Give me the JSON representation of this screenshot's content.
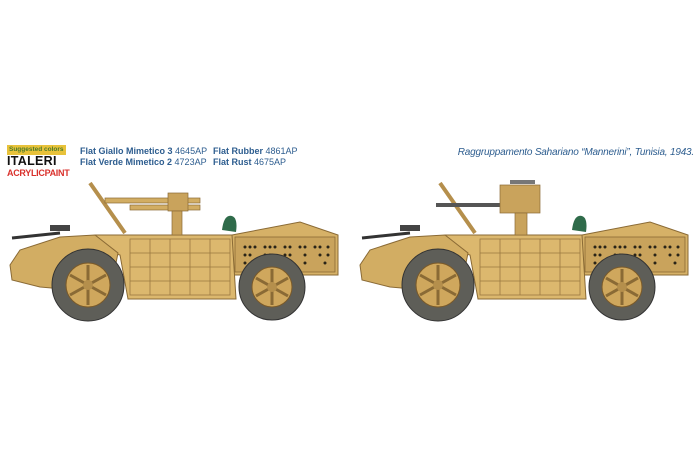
{
  "legend": {
    "badge": "Suggested colors",
    "brand": "ITALERI",
    "brand_sub": "ACRYLICPAINT",
    "colors": [
      {
        "name": "Flat Giallo Mimetico 3",
        "code": "4645AP"
      },
      {
        "name": "Flat Verde Mimetico 2",
        "code": "4723AP"
      },
      {
        "name": "Flat Rubber",
        "code": "4861AP"
      },
      {
        "name": "Flat Rust",
        "code": "4675AP"
      }
    ]
  },
  "caption": "Raggruppamento Sahariano “Mannerini”, Tunisia, 1943.",
  "palette": {
    "body": "#d9b46a",
    "shadow": "#b58f4c",
    "tire": "#5a5a55",
    "text": "#2d5d8f"
  }
}
